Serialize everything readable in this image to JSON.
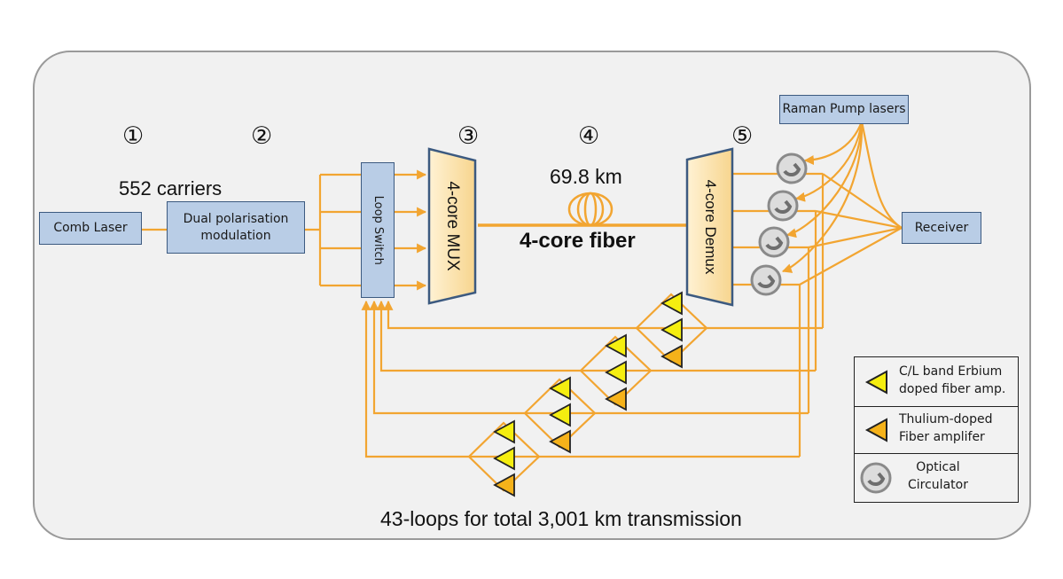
{
  "steps": [
    "①",
    "②",
    "③",
    "④",
    "⑤"
  ],
  "carriers_label": "552 carriers",
  "components": {
    "comb_laser": "Comb Laser",
    "modulation_line1": "Dual polarisation",
    "modulation_line2": "modulation",
    "loop_switch": "Loop Switch",
    "mux": "4-core MUX",
    "demux": "4-core Demux",
    "raman": "Raman Pump lasers",
    "receiver": "Receiver"
  },
  "fiber": {
    "length_label": "69.8 km",
    "type_label": "4-core fiber"
  },
  "caption": "43-loops for total 3,001 km transmission",
  "legend": [
    {
      "icon": "erbium-amplifier-icon",
      "line1": "C/L band Erbium",
      "line2": "doped fiber amp.",
      "color": "#f5ee10"
    },
    {
      "icon": "thulium-amplifier-icon",
      "line1": "Thulium-doped",
      "line2": "Fiber amplifer",
      "color": "#f5b21a"
    },
    {
      "icon": "optical-circulator-icon",
      "line1": "Optical",
      "line2": "Circulator",
      "color": "#8a8a8a"
    }
  ],
  "colors": {
    "line": "#f2a531",
    "box_fill": "#b9cde6",
    "box_border": "#3c5a80",
    "mux_fill": "#fbe3b0",
    "erbium": "#f5ee10",
    "thulium": "#f5b21a"
  }
}
